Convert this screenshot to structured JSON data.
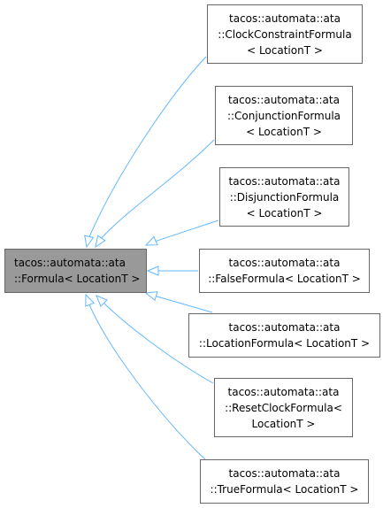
{
  "diagram": {
    "edge_color": "#63b8ff",
    "base": {
      "lines": [
        "tacos::automata::ata",
        "::Formula< LocationT >"
      ],
      "fill": "#999999"
    },
    "derived": [
      {
        "lines": [
          "tacos::automata::ata",
          "::ClockConstraintFormula",
          "< LocationT >"
        ]
      },
      {
        "lines": [
          "tacos::automata::ata",
          "::ConjunctionFormula",
          "< LocationT >"
        ]
      },
      {
        "lines": [
          "tacos::automata::ata",
          "::DisjunctionFormula",
          "< LocationT >"
        ]
      },
      {
        "lines": [
          "tacos::automata::ata",
          "::FalseFormula< LocationT >"
        ]
      },
      {
        "lines": [
          "tacos::automata::ata",
          "::LocationFormula< LocationT >"
        ]
      },
      {
        "lines": [
          "tacos::automata::ata",
          "::ResetClockFormula<",
          "LocationT >"
        ]
      },
      {
        "lines": [
          "tacos::automata::ata",
          "::TrueFormula< LocationT >"
        ]
      }
    ]
  }
}
